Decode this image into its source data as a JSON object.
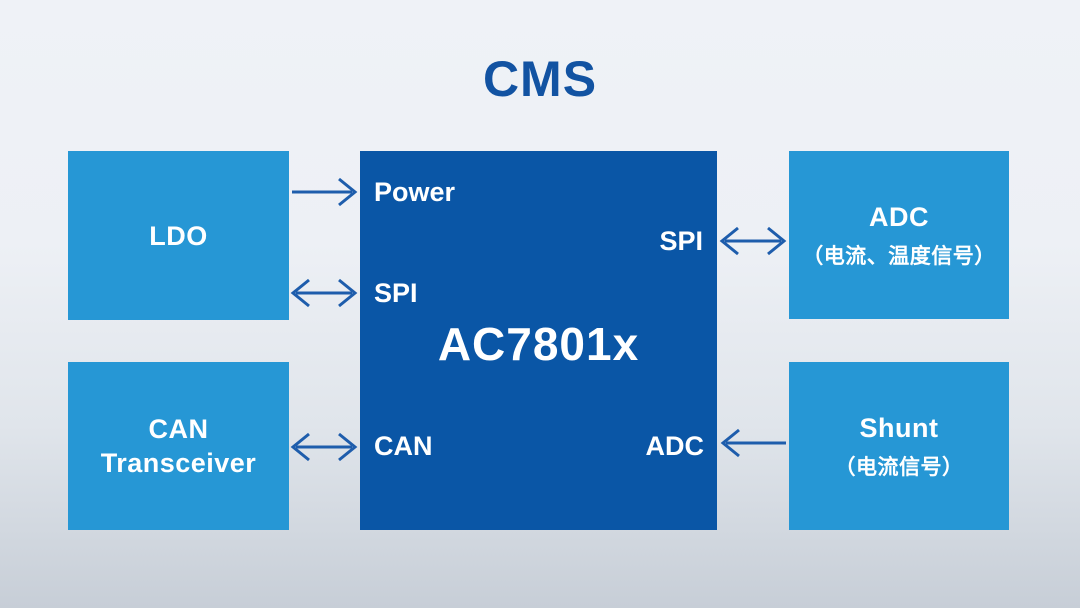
{
  "title": "CMS",
  "chip": {
    "name": "AC7801x",
    "port_power": "Power",
    "port_spi_left": "SPI",
    "port_spi_right": "SPI",
    "port_can": "CAN",
    "port_adc": "ADC"
  },
  "blocks": {
    "ldo": {
      "label": "LDO"
    },
    "can_transceiver": {
      "line1": "CAN",
      "line2": "Transceiver"
    },
    "adc": {
      "label": "ADC",
      "sublabel": "（电流、温度信号）"
    },
    "shunt": {
      "label": "Shunt",
      "sublabel": "（电流信号）"
    }
  },
  "connections": [
    {
      "from": "LDO",
      "to": "AC7801x Power",
      "direction": "right"
    },
    {
      "from": "LDO",
      "to": "AC7801x SPI",
      "direction": "both"
    },
    {
      "from": "CAN Transceiver",
      "to": "AC7801x CAN",
      "direction": "both"
    },
    {
      "from": "AC7801x SPI",
      "to": "ADC",
      "direction": "both"
    },
    {
      "from": "Shunt",
      "to": "AC7801x ADC",
      "direction": "left"
    }
  ],
  "colors": {
    "background_top": "#eff2f7",
    "background_bottom": "#c7ced7",
    "block_light_blue": "#2697d5",
    "chip_dark_blue": "#0a56a6",
    "arrow_blue": "#1e5dac",
    "title_blue": "#1253a2",
    "box_text": "#ffffff"
  }
}
